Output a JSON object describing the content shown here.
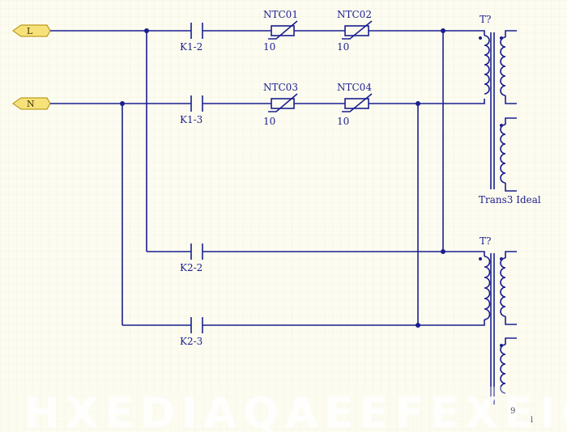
{
  "ports": {
    "L": "L",
    "N": "N"
  },
  "switches": {
    "k1_2": "K1-2",
    "k1_3": "K1-3",
    "k2_2": "K2-2",
    "k2_3": "K2-3"
  },
  "thermistors": {
    "ntc01": {
      "name": "NTC01",
      "value": "10"
    },
    "ntc02": {
      "name": "NTC02",
      "value": "10"
    },
    "ntc03": {
      "name": "NTC03",
      "value": "10"
    },
    "ntc04": {
      "name": "NTC04",
      "value": "10"
    }
  },
  "transformers": {
    "t_top": {
      "designator": "T?",
      "type": "Trans3 Ideal"
    },
    "t_bottom": {
      "designator": "T?"
    }
  },
  "watermark": "HXEDIAQAEEFEXEICOM",
  "corner": {
    "text": "l",
    "num": "9"
  },
  "colors": {
    "wire": "#1a1f8f",
    "port_fill": "#f7e27a",
    "background": "#fdfcf1"
  }
}
